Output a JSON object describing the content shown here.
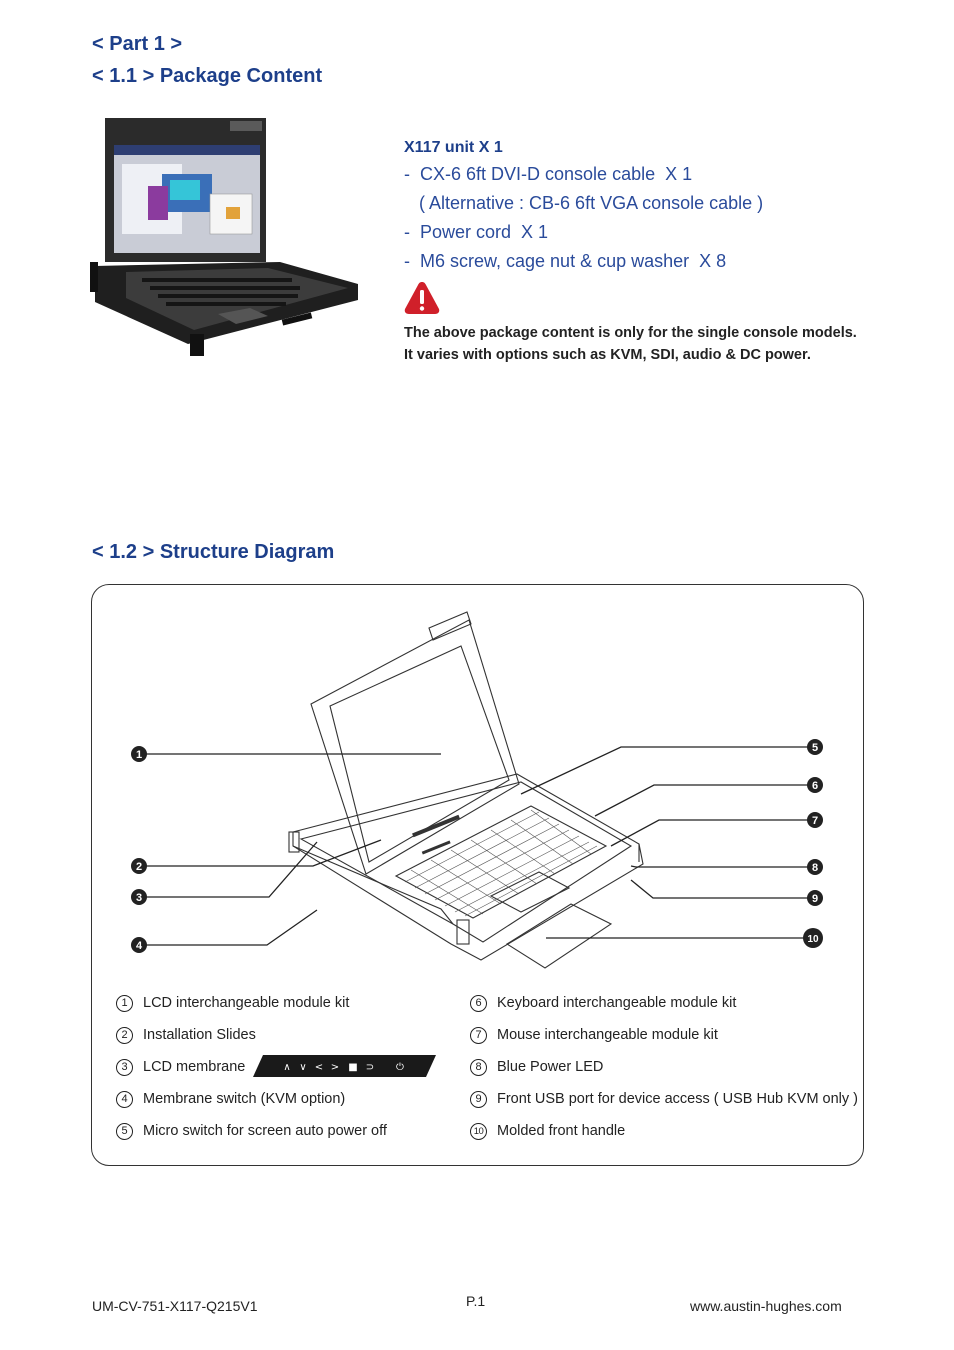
{
  "headings": {
    "part": "< Part 1 >",
    "section1": "< 1.1 > Package Content",
    "section2": "< 1.2 > Structure Diagram"
  },
  "package": {
    "main_item": "X117 unit  X 1",
    "items": [
      "-  CX-6 6ft DVI-D console cable  X 1",
      "   ( Alternative : CB-6 6ft VGA console cable )",
      "-  Power cord  X 1",
      "-  M6 screw, cage nut & cup washer  X 8"
    ],
    "note_lines": [
      "The above package content is only for the single console models.",
      "It varies with options such as KVM, SDI, audio & DC power."
    ]
  },
  "callouts": [
    "1",
    "2",
    "3",
    "4",
    "5",
    "6",
    "7",
    "8",
    "9",
    "10"
  ],
  "legend": {
    "left": [
      {
        "num": "1",
        "label": "LCD interchangeable module kit"
      },
      {
        "num": "2",
        "label": "Installation Slides"
      },
      {
        "num": "3",
        "label": "LCD membrane"
      },
      {
        "num": "4",
        "label": "Membrane switch (KVM option)"
      },
      {
        "num": "5",
        "label": "Micro switch for screen auto power off"
      }
    ],
    "right": [
      {
        "num": "6",
        "label": "Keyboard interchangeable module kit"
      },
      {
        "num": "7",
        "label": "Mouse interchangeable module kit"
      },
      {
        "num": "8",
        "label": "Blue Power LED"
      },
      {
        "num": "9",
        "label": "Front USB port for device access ( USB Hub KVM only )"
      },
      {
        "num": "10",
        "label": "Molded front handle"
      }
    ],
    "membrane_keys": [
      "∧",
      "∨",
      "<",
      ">",
      "■",
      "⊃",
      "⏻"
    ]
  },
  "footer": {
    "doc_id": "UM-CV-751-X117-Q215V1",
    "page": "P.1",
    "website": "www.austin-hughes.com"
  },
  "colors": {
    "heading": "#1d3f8a",
    "body_blue": "#2a4b9b",
    "warning_red": "#d0202a"
  }
}
